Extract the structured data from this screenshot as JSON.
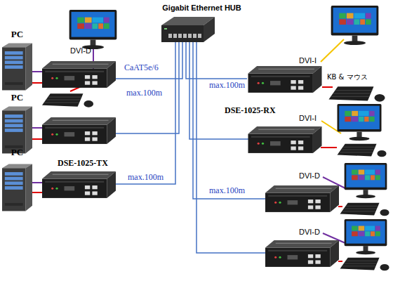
{
  "diagram": {
    "nodes": [
      {
        "text": [
          "Gigabit Ethernet HUB"
        ]
      },
      {
        "text": [
          "PC"
        ]
      },
      {
        "text": [
          "PC"
        ]
      },
      {
        "text": [
          "PC"
        ]
      },
      {
        "text": [
          "DSE-1025-TX"
        ]
      },
      {
        "text": [
          "DSE-1025-RX"
        ]
      }
    ],
    "edges": [
      {
        "from": 0,
        "to": 4,
        "label": "max.100m",
        "arrow": "none"
      },
      {
        "from": 0,
        "to": 5,
        "label": "max.100m",
        "arrow": "none"
      },
      {
        "from": 3,
        "to": 4,
        "arrow": "none"
      }
    ],
    "labels": [
      "DVI-D",
      "CaAT5e/6",
      "max.100m",
      "DVI-I",
      "KB & マウス",
      "DVI-I",
      "max.100m",
      "DVI-D",
      "DVI-D"
    ]
  }
}
